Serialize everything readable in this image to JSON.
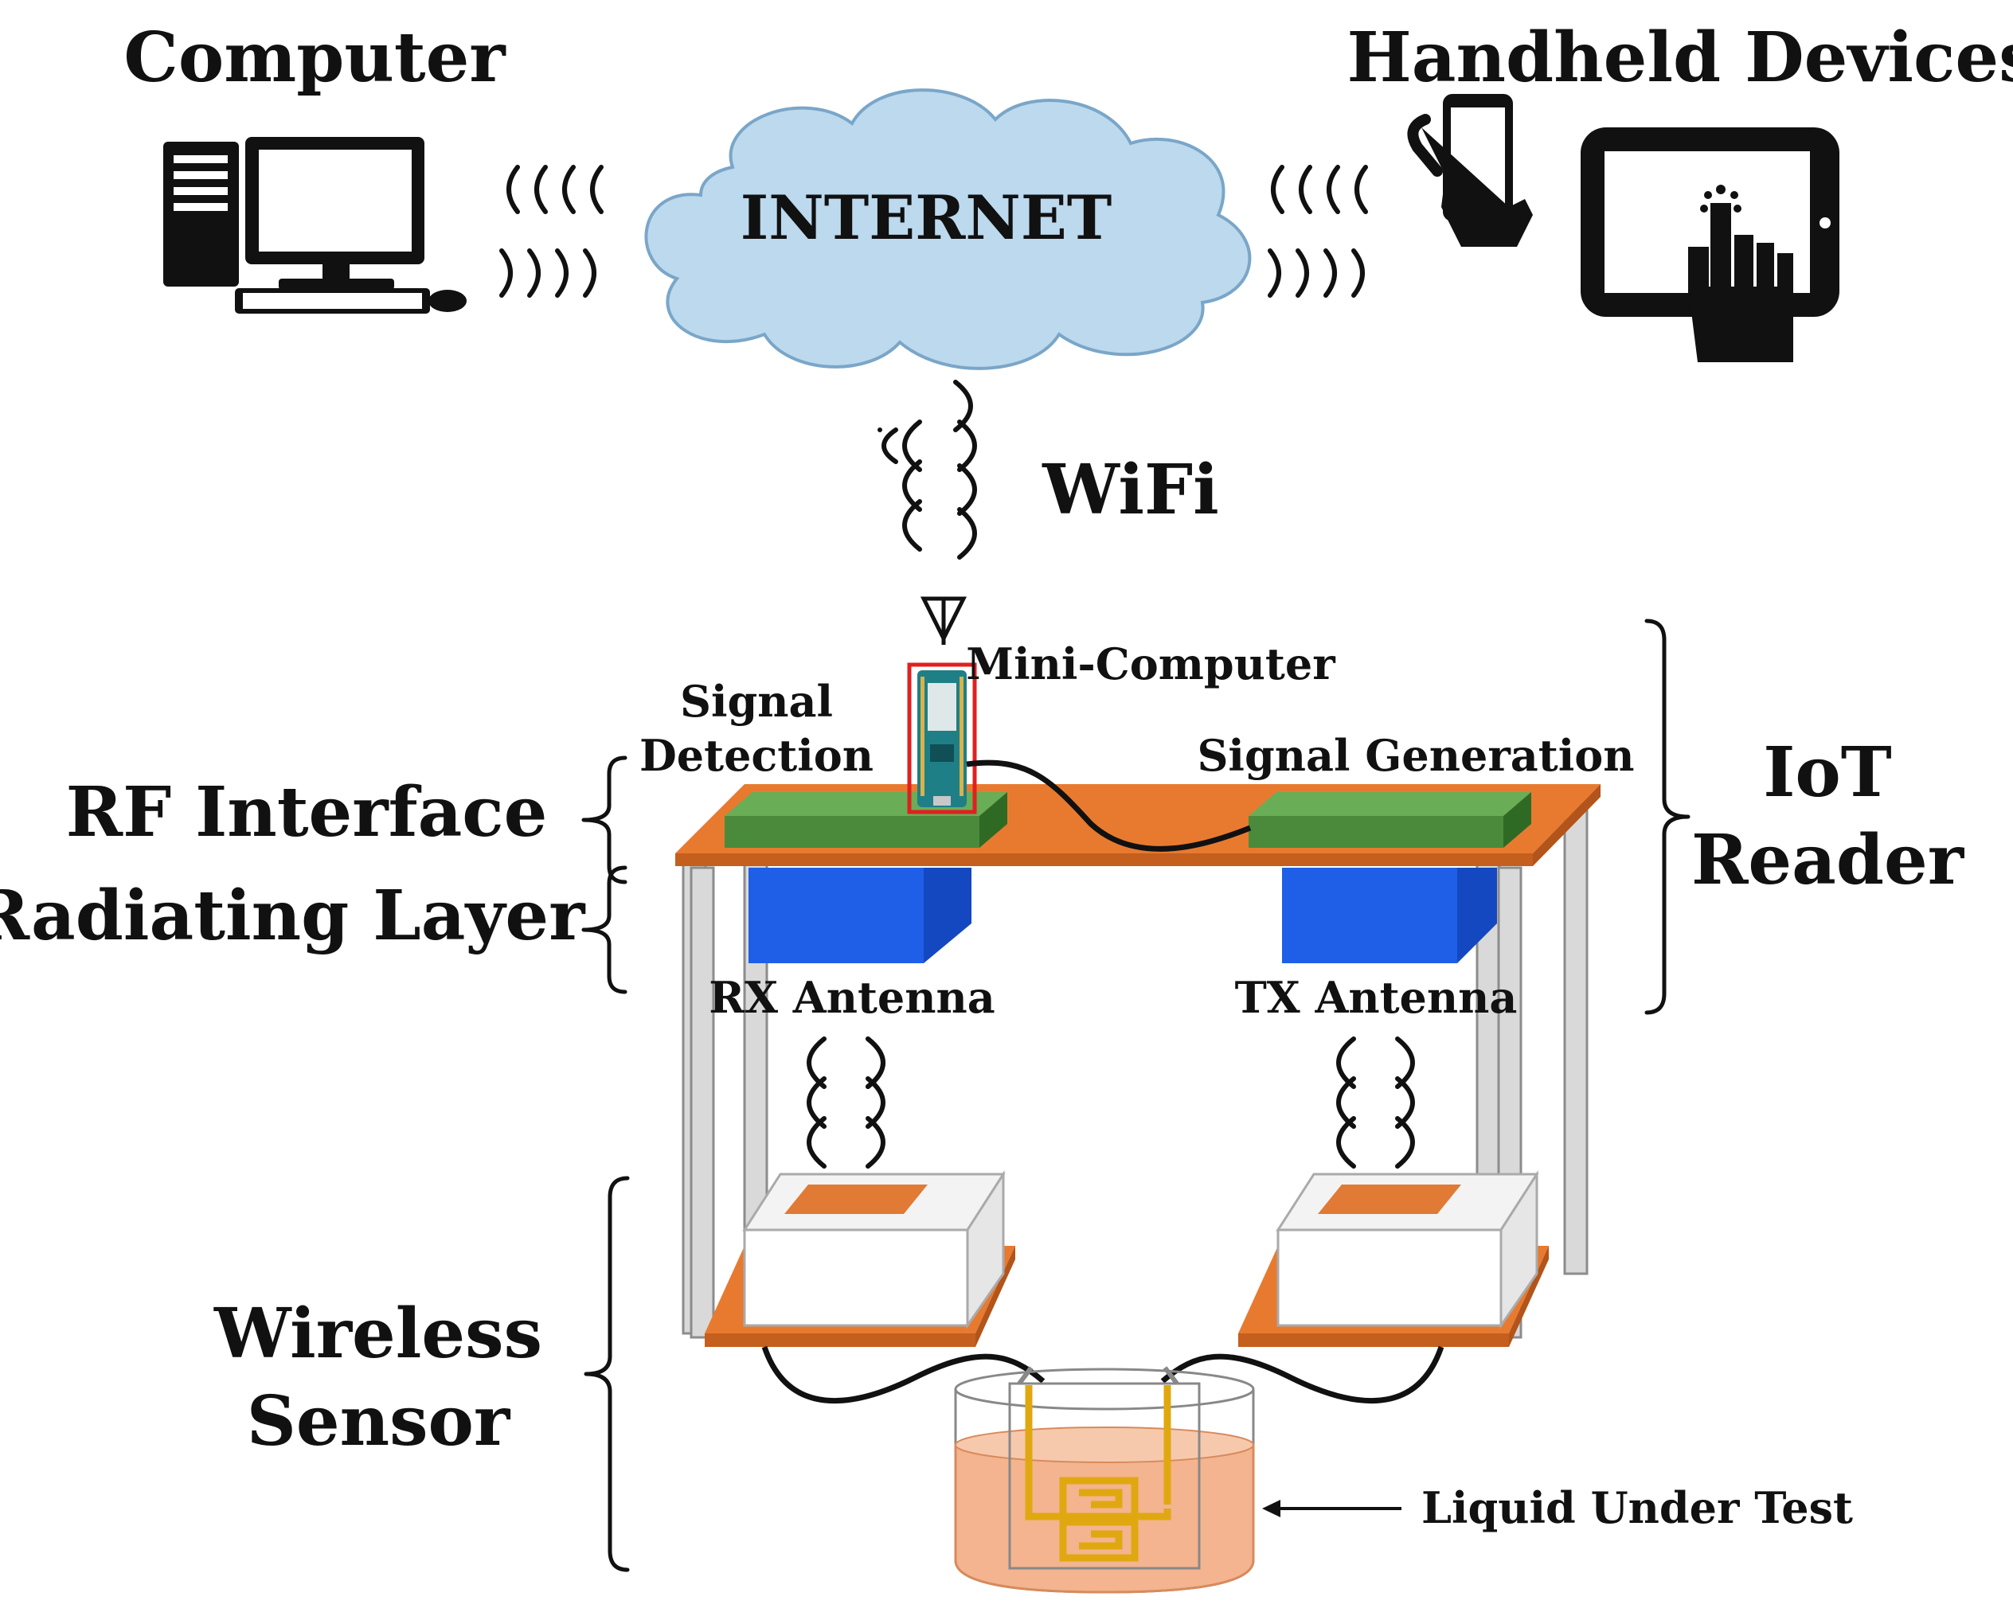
{
  "labels": {
    "computer": "Computer",
    "handheld_devices": "Handheld Devices",
    "internet": "INTERNET",
    "wifi": "WiFi",
    "mini_computer": "Mini-Computer",
    "signal_detection_line1": "Signal",
    "signal_detection_line2": "Detection",
    "signal_generation": "Signal Generation",
    "rf_interface": "RF Interface",
    "radiating_layer": "Radiating Layer",
    "iot_reader_line1": "IoT",
    "iot_reader_line2": "Reader",
    "rx_antenna": "RX Antenna",
    "tx_antenna": "TX Antenna",
    "wireless_sensor_line1": "Wireless",
    "wireless_sensor_line2": "Sensor",
    "liquid_under_test": "Liquid Under Test"
  },
  "colors": {
    "cloud_fill": "#bcd9ee",
    "board_orange": "#e87a30",
    "module_green": "#5a9c48",
    "antenna_blue": "#1f5fe8",
    "patch_orange": "#e07a35",
    "liquid": "#f3b48f",
    "resonator_gold": "#f0c020",
    "mcu_teal": "#1f7f86",
    "highlight_red": "#e02020"
  }
}
